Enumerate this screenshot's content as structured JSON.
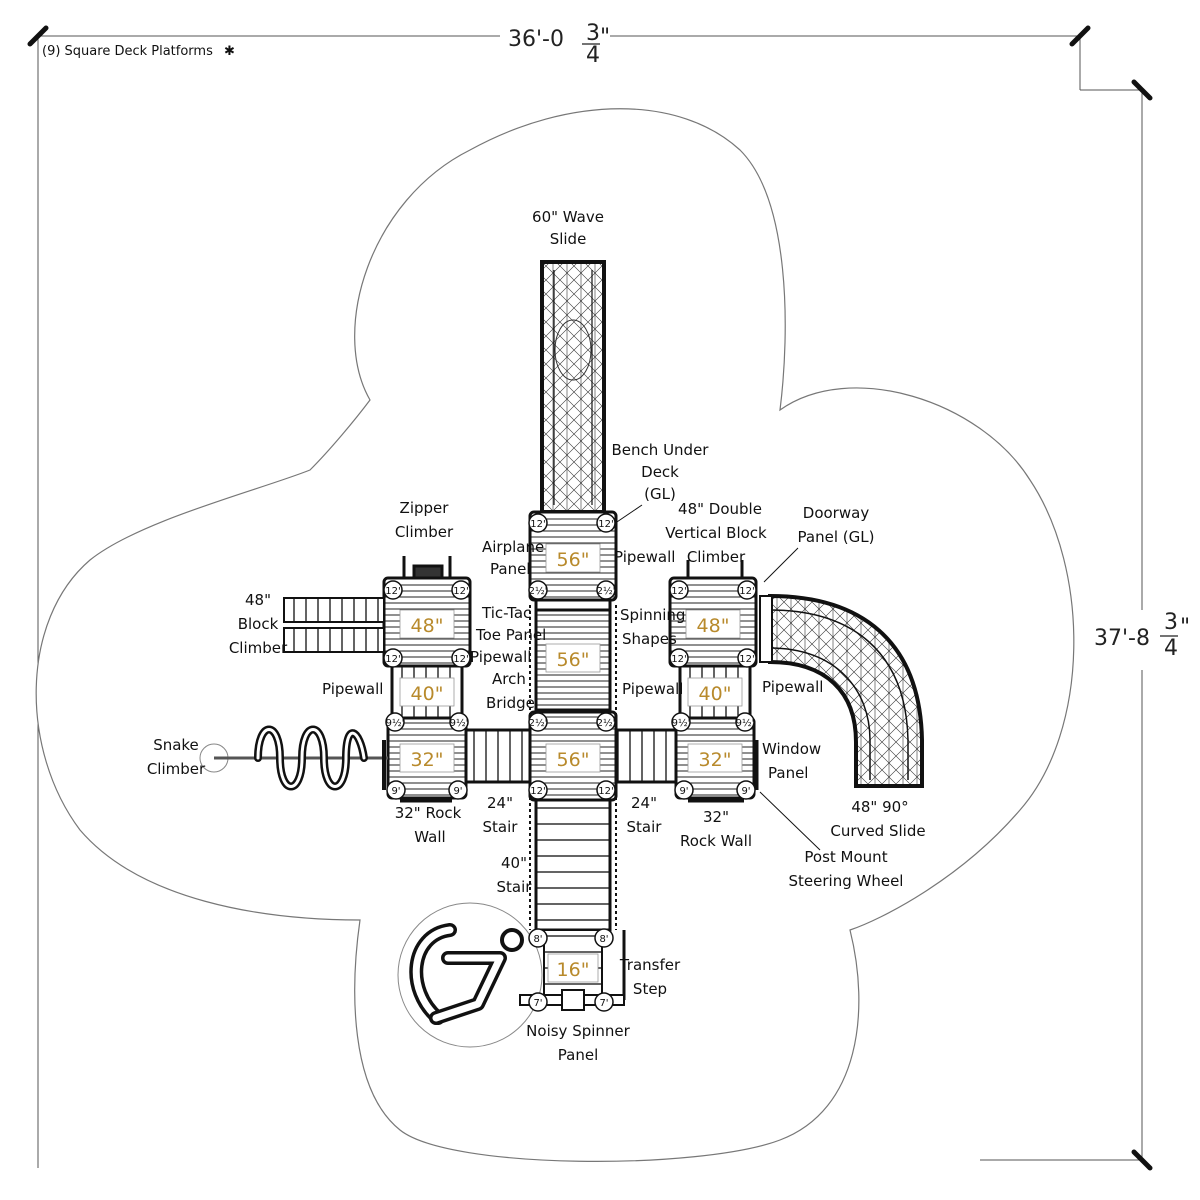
{
  "header": {
    "note": "(9) Square Deck Platforms",
    "note_mark": "✱",
    "note_mark_color": "#c9a04a"
  },
  "dimensions": {
    "width_main": "36'-0",
    "width_frac_num": "3",
    "width_frac_den": "4",
    "width_suffix": "\"",
    "height_main": "37'-8",
    "height_frac_num": "3",
    "height_frac_den": "4",
    "height_suffix": "\""
  },
  "deck_heights": {
    "top": "56\"",
    "center_upper": "56\"",
    "center": "56\"",
    "left_upper": "48\"",
    "left_mid": "40\"",
    "left_low": "32\"",
    "right_upper": "48\"",
    "right_mid": "40\"",
    "right_low": "32\"",
    "bottom": "16\""
  },
  "posts": {
    "p12": "12'",
    "p9h": "9½'",
    "p9": "9'",
    "p8": "8'",
    "p7": "7'",
    "p2h": "2½'"
  },
  "labels": {
    "wave_slide_1": "60\" Wave",
    "wave_slide_2": "Slide",
    "bench_1": "Bench Under",
    "bench_2": "Deck",
    "bench_3": "(GL)",
    "zipper_1": "Zipper",
    "zipper_2": "Climber",
    "airplane_1": "Airplane",
    "airplane_2": "Panel",
    "pipewall_top": "Pipewall",
    "dbl_block_1": "48\" Double",
    "dbl_block_2": "Vertical Block",
    "dbl_block_3": "Climber",
    "doorway_1": "Doorway",
    "doorway_2": "Panel (GL)",
    "block_1": "48\"",
    "block_2": "Block",
    "block_3": "Climber",
    "tictac_1": "Tic-Tac",
    "tictac_2": "Toe Panel",
    "pipewall_arch": "Pipewall",
    "arch_1": "Arch",
    "arch_2": "Bridge",
    "spinning_1": "Spinning",
    "spinning_2": "Shapes",
    "pipewall_left": "Pipewall",
    "pipewall_mid": "Pipewall",
    "pipewall_right": "Pipewall",
    "snake_1": "Snake",
    "snake_2": "Climber",
    "window_1": "Window",
    "window_2": "Panel",
    "rock_left_1": "32\" Rock",
    "rock_left_2": "Wall",
    "stair_left_1": "24\"",
    "stair_left_2": "Stair",
    "stair_right_1": "24\"",
    "stair_right_2": "Stair",
    "rock_right_1": "32\"",
    "rock_right_2": "Rock Wall",
    "curved_1": "48\" 90°",
    "curved_2": "Curved Slide",
    "steering_1": "Post Mount",
    "steering_2": "Steering Wheel",
    "stair40_1": "40\"",
    "stair40_2": "Stair",
    "transfer_1": "Transfer",
    "transfer_2": "Step",
    "spinner_1": "Noisy Spinner",
    "spinner_2": "Panel"
  }
}
